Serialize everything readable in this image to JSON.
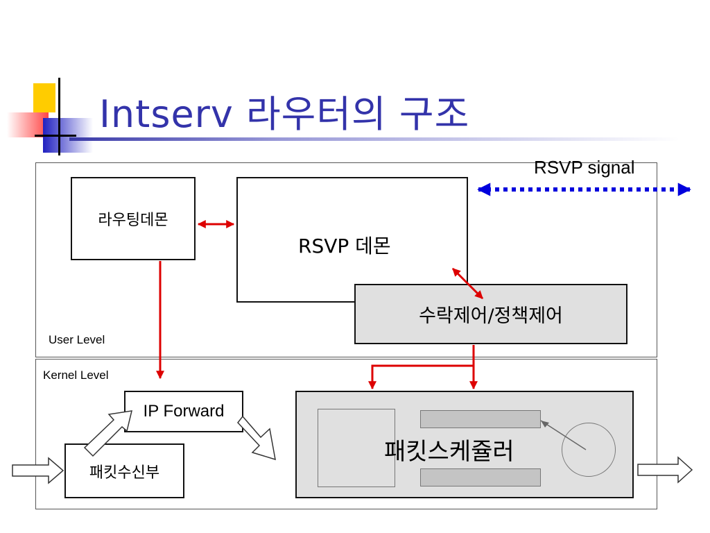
{
  "title": "Intserv 라우터의 구조",
  "signal_label": "RSVP signal",
  "levels": {
    "user": "User Level",
    "kernel": "Kernel Level"
  },
  "boxes": {
    "routing_daemon": "라우팅데몬",
    "rsvp_daemon": "RSVP 데몬",
    "admission_control": "수락제어/정책제어",
    "ip_forward": "IP Forward",
    "packet_receiver": "패킷수신부",
    "packet_scheduler": "패킷스케쥴러"
  },
  "colors": {
    "title": "#3333aa",
    "signal_arrow": "#0000dd",
    "link_arrow": "#dd0000",
    "gray_box": "#e0e0e0",
    "queue_bar": "#c4c4c4"
  }
}
